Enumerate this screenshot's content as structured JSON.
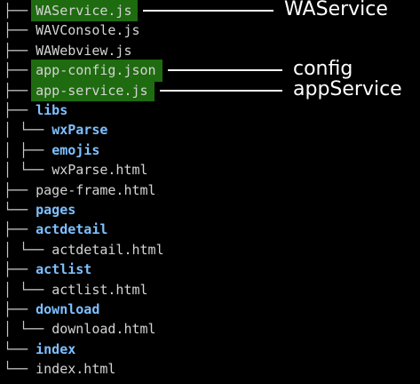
{
  "tree": {
    "items": [
      {
        "prefix": "├── ",
        "name": "WAService.js",
        "type": "file",
        "highlighted": true
      },
      {
        "prefix": "├── ",
        "name": "WAVConsole.js",
        "type": "file",
        "highlighted": false
      },
      {
        "prefix": "├── ",
        "name": "WAWebview.js",
        "type": "file",
        "highlighted": false
      },
      {
        "prefix": "├── ",
        "name": "app-config.json",
        "type": "file",
        "highlighted": true
      },
      {
        "prefix": "├── ",
        "name": "app-service.js",
        "type": "file",
        "highlighted": true
      },
      {
        "prefix": "├── ",
        "name": "libs",
        "type": "dir",
        "highlighted": false
      },
      {
        "prefix": "│   └── ",
        "name": "wxParse",
        "type": "dir",
        "highlighted": false
      },
      {
        "prefix": "│       ├── ",
        "name": "emojis",
        "type": "dir",
        "highlighted": false
      },
      {
        "prefix": "│       └── ",
        "name": "wxParse.html",
        "type": "file",
        "highlighted": false
      },
      {
        "prefix": "├── ",
        "name": "page-frame.html",
        "type": "file",
        "highlighted": false
      },
      {
        "prefix": "└── ",
        "name": "pages",
        "type": "dir",
        "highlighted": false
      },
      {
        "prefix": "    ├── ",
        "name": "actdetail",
        "type": "dir",
        "highlighted": false
      },
      {
        "prefix": "    │   └── ",
        "name": "actdetail.html",
        "type": "file",
        "highlighted": false
      },
      {
        "prefix": "    ├── ",
        "name": "actlist",
        "type": "dir",
        "highlighted": false
      },
      {
        "prefix": "    │   └── ",
        "name": "actlist.html",
        "type": "file",
        "highlighted": false
      },
      {
        "prefix": "    ├── ",
        "name": "download",
        "type": "dir",
        "highlighted": false
      },
      {
        "prefix": "    │   └── ",
        "name": "download.html",
        "type": "file",
        "highlighted": false
      },
      {
        "prefix": "    └── ",
        "name": "index",
        "type": "dir",
        "highlighted": false
      },
      {
        "prefix": "        └── ",
        "name": "index.html",
        "type": "file",
        "highlighted": false
      }
    ]
  },
  "callouts": [
    {
      "label": "WAService",
      "target": 0
    },
    {
      "label": "config",
      "target": 3
    },
    {
      "label": "appService",
      "target": 4
    }
  ],
  "colors": {
    "background": "#000000",
    "highlight": "#1f6b10",
    "directory": "#7ec0ff",
    "file": "#d4d4d4",
    "callout_line": "#ffffff"
  }
}
